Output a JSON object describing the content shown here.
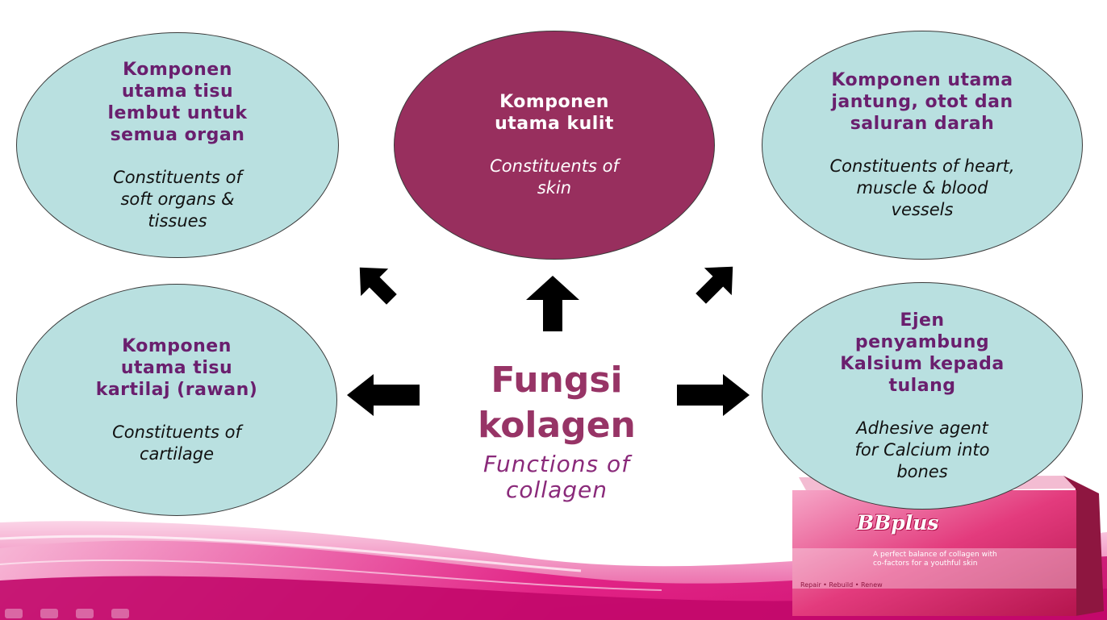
{
  "colors": {
    "node_light": "#b9e0e0",
    "node_dark": "#982f5e",
    "title_text": "#973466",
    "malay_text": "#6a1f6e",
    "arrow": "#000000",
    "wave": "#e0157f"
  },
  "center": {
    "title_line1": "Fungsi",
    "title_line2": "kolagen",
    "subtitle_line1": "Functions of",
    "subtitle_line2": "collagen"
  },
  "nodes": {
    "soft_tissue": {
      "malay": [
        "Komponen",
        "utama tisu",
        "lembut untuk",
        "semua organ"
      ],
      "english": [
        "Constituents of",
        "soft organs &",
        "tissues"
      ]
    },
    "skin": {
      "malay": [
        "Komponen",
        "utama kulit"
      ],
      "english": [
        "Constituents of",
        "skin"
      ]
    },
    "heart": {
      "malay": [
        "Komponen utama",
        "jantung, otot dan",
        "saluran darah"
      ],
      "english": [
        "Constituents of heart,",
        "muscle & blood",
        "vessels"
      ]
    },
    "cartilage": {
      "malay": [
        "Komponen",
        "utama tisu",
        "kartilaj (rawan)"
      ],
      "english": [
        "Constituents of",
        "cartilage"
      ]
    },
    "calcium": {
      "malay": [
        "Ejen",
        "penyambung",
        "Kalsium kepada",
        "tulang"
      ],
      "english": [
        "Adhesive agent",
        "for Calcium into",
        "bones"
      ]
    }
  },
  "product": {
    "brand": "BBplus",
    "icon": "product-box"
  },
  "arrows": [
    "arrow-up-left",
    "arrow-up",
    "arrow-up-right",
    "arrow-left",
    "arrow-right"
  ],
  "nav_icons": [
    "back-icon",
    "pen-icon",
    "menu-icon",
    "forward-icon"
  ]
}
